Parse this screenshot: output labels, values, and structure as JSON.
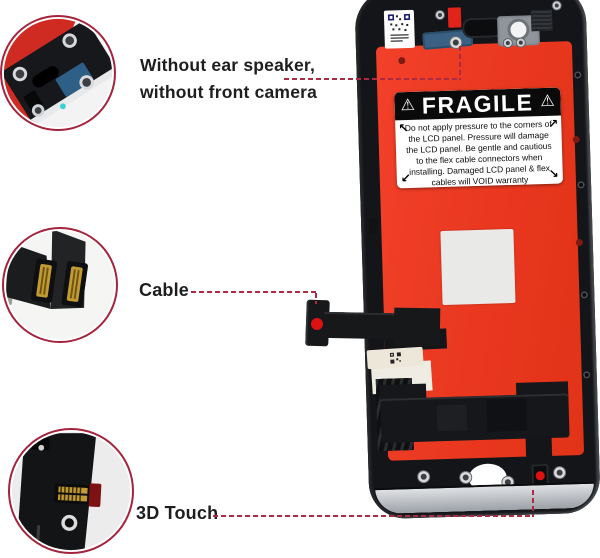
{
  "annotations": {
    "ear_speaker": {
      "line1": "Without ear speaker,",
      "line2": "without front camera"
    },
    "cable": {
      "label": "Cable"
    },
    "touch": {
      "label": "3D Touch"
    }
  },
  "fragile": {
    "title": "FRAGILE",
    "body": "Do not apply pressure to the corners of the LCD panel. Pressure will damage the LCD panel. Be gentle and cautious to the flex cable connectors when installing. Damaged LCD panel & flex cables will VOID warranty"
  },
  "icons": {
    "warning_triangle": "⚠",
    "arrow_tl": "↖",
    "arrow_tr": "↗",
    "arrow_bl": "↙",
    "arrow_br": "↘"
  },
  "colors": {
    "plate_red": "#ee3b22",
    "leader_line_red": "#aa2b43",
    "callout_circle_border": "#a3243c",
    "fragile_header_bg": "#0a0a0a",
    "red_dot_marker": "#db1212",
    "annotation_text": "#1e1e1e"
  }
}
